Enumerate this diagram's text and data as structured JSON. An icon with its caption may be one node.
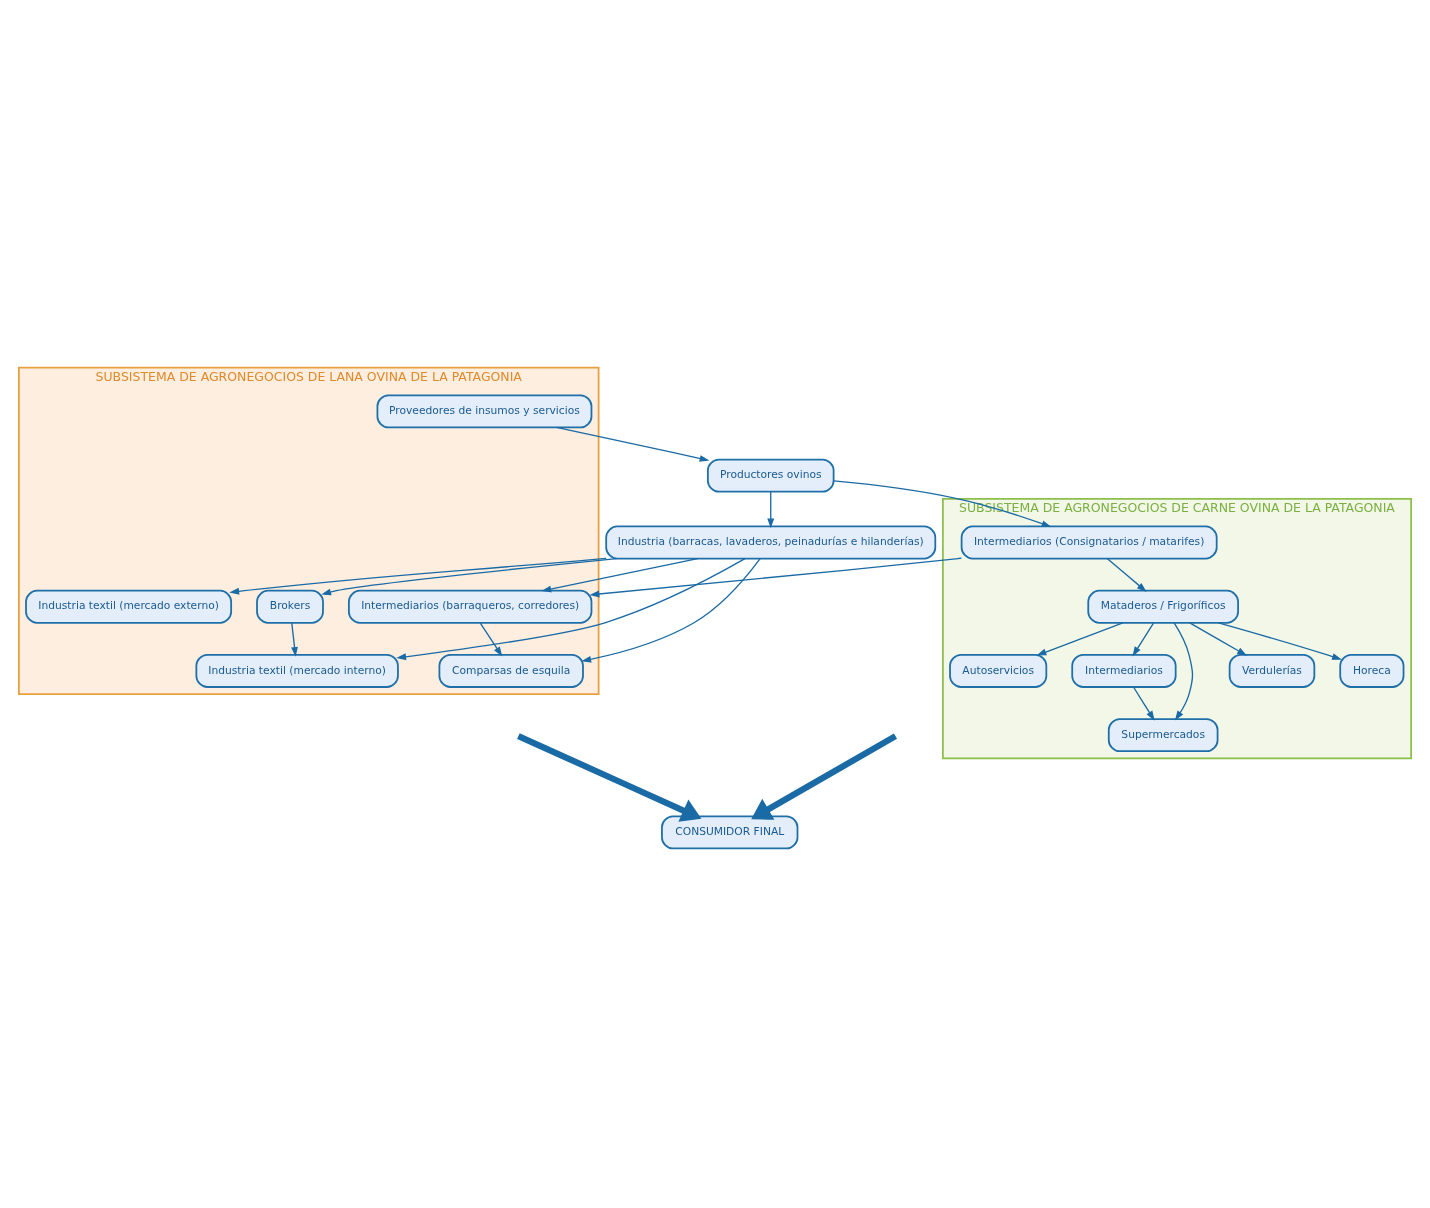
{
  "diagram": {
    "nodes": [
      {
        "text": [
          "SUBSISTEMA DE AGRONEGOCIOS DE LANA OVINA DE LA PATAGONIA"
        ]
      },
      {
        "text": [
          "SUBSISTEMA DE AGRONEGOCIOS DE CARNE OVINA DE LA PATAGONIA"
        ]
      },
      {
        "text": [
          "Proveedores de insumos y servicios"
        ],
        "in": 0
      },
      {
        "text": [
          "Productores ovinos"
        ]
      },
      {
        "text": [
          "Intermediarios (Consignatarios / matarifes)"
        ],
        "in": 1
      },
      {
        "text": [
          "Intermediarios (barraqueros, corredores)"
        ],
        "in": 0
      },
      {
        "text": [
          "Industria (barracas, lavaderos, peinadurías e hilanderías)"
        ]
      },
      {
        "text": [
          "Mataderos / Frigoríficos"
        ],
        "in": 1
      },
      {
        "text": [
          "Comparsas de esquila"
        ],
        "in": 0
      },
      {
        "text": [
          "Brokers"
        ],
        "in": 0
      },
      {
        "text": [
          "Industria textil (mercado interno)"
        ],
        "in": 0
      },
      {
        "text": [
          "Industria textil (mercado externo)"
        ],
        "in": 0
      },
      {
        "text": [
          "Intermediarios"
        ],
        "in": 1
      },
      {
        "text": [
          "Supermercados"
        ],
        "in": 1
      },
      {
        "text": [
          "Verdulerías"
        ],
        "in": 1
      },
      {
        "text": [
          "Horeca"
        ],
        "in": 1
      },
      {
        "text": [
          "Autoservicios"
        ],
        "in": 1
      },
      {
        "text": [
          "CONSUMIDOR FINAL"
        ]
      }
    ],
    "edges": [
      {
        "from": 2,
        "to": 3,
        "arrow": "to"
      },
      {
        "from": 3,
        "to": 4,
        "arrow": "to"
      },
      {
        "from": 3,
        "to": 6,
        "arrow": "to"
      },
      {
        "from": 4,
        "to": 5,
        "arrow": "to"
      },
      {
        "from": 4,
        "to": 7,
        "arrow": "to"
      },
      {
        "from": 6,
        "to": 5,
        "arrow": "to"
      },
      {
        "from": 5,
        "to": 8,
        "arrow": "to"
      },
      {
        "from": 6,
        "to": 8,
        "arrow": "to"
      },
      {
        "from": 6,
        "to": 9,
        "arrow": "to"
      },
      {
        "from": 6,
        "to": 10,
        "arrow": "to"
      },
      {
        "from": 6,
        "to": 11,
        "arrow": "to"
      },
      {
        "from": 9,
        "to": 10,
        "arrow": "to"
      },
      {
        "from": 7,
        "to": 12,
        "arrow": "to"
      },
      {
        "from": 12,
        "to": 13,
        "arrow": "to"
      },
      {
        "from": 7,
        "to": 13,
        "arrow": "to"
      },
      {
        "from": 7,
        "to": 14,
        "arrow": "to"
      },
      {
        "from": 7,
        "to": 15,
        "arrow": "to"
      },
      {
        "from": 7,
        "to": 16,
        "arrow": "to"
      },
      {
        "from": null,
        "to": 17,
        "arrow": "to",
        "style": "thick"
      },
      {
        "from": null,
        "to": 17,
        "arrow": "to",
        "style": "thick"
      }
    ]
  }
}
